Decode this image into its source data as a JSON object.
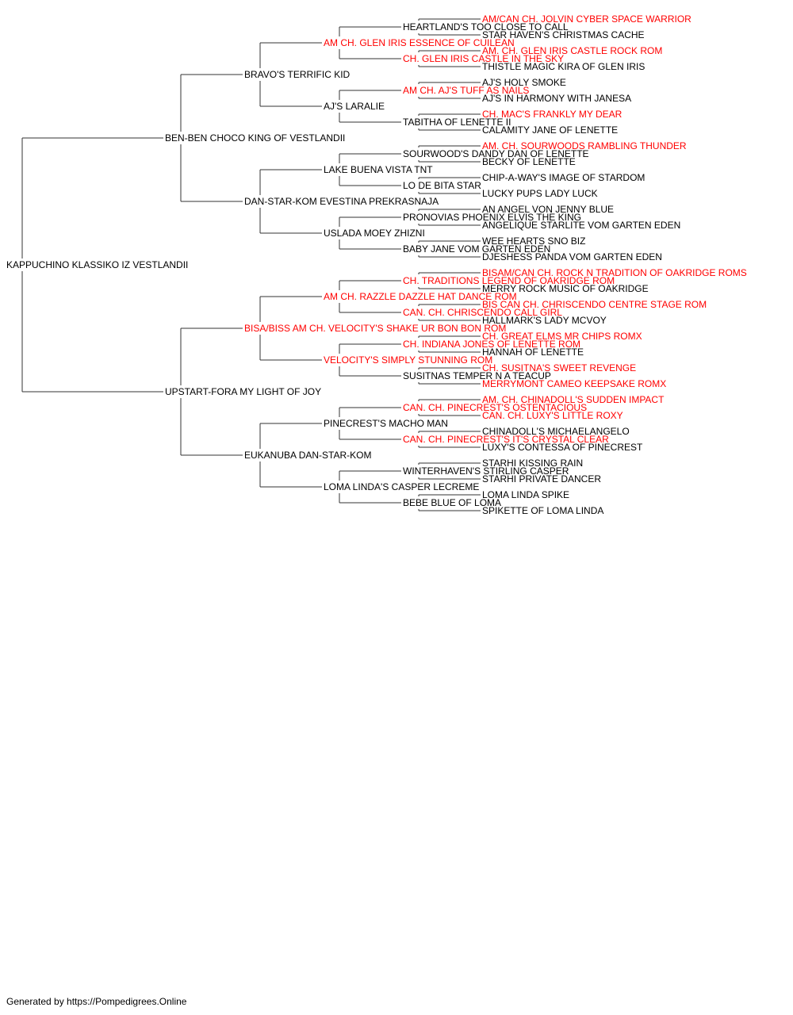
{
  "colors": {
    "normal": "#000000",
    "champion": "#ff0000",
    "line": "#333333",
    "background": "#ffffff"
  },
  "footer": "Generated by https://Pompedigrees.Online",
  "pedigree": {
    "name": "KAPPUCHINO KLASSIKO IZ VESTLANDII",
    "champion": false,
    "sire": {
      "name": "BEN-BEN CHOCO KING OF VESTLANDII",
      "champion": false,
      "sire": {
        "name": "BRAVO'S TERRIFIC KID",
        "champion": false,
        "sire": {
          "name": "AM CH. GLEN IRIS ESSENCE OF CUILEAN",
          "champion": true,
          "sire": {
            "name": "HEARTLAND'S TOO CLOSE TO CALL",
            "champion": false,
            "sire": {
              "name": "AM/CAN CH. JOLVIN CYBER SPACE WARRIOR",
              "champion": true
            },
            "dam": {
              "name": "STAR HAVEN'S CHRISTMAS CACHE",
              "champion": false
            }
          },
          "dam": {
            "name": "CH. GLEN IRIS CASTLE IN THE SKY",
            "champion": true,
            "sire": {
              "name": "AM. CH. GLEN IRIS CASTLE ROCK ROM",
              "champion": true
            },
            "dam": {
              "name": "THISTLE MAGIC KIRA OF GLEN IRIS",
              "champion": false
            }
          }
        },
        "dam": {
          "name": "AJ'S LARALIE",
          "champion": false,
          "sire": {
            "name": "AM CH. AJ'S TUFF AS NAILS",
            "champion": true,
            "sire": {
              "name": "AJ'S HOLY SMOKE",
              "champion": false
            },
            "dam": {
              "name": "AJ'S IN HARMONY WITH JANESA",
              "champion": false
            }
          },
          "dam": {
            "name": "TABITHA OF LENETTE II",
            "champion": false,
            "sire": {
              "name": "CH. MAC'S FRANKLY MY DEAR",
              "champion": true
            },
            "dam": {
              "name": "CALAMITY JANE OF LENETTE",
              "champion": false
            }
          }
        }
      },
      "dam": {
        "name": "DAN-STAR-KOM EVESTINA PREKRASNAJA",
        "champion": false,
        "sire": {
          "name": "LAKE BUENA VISTA TNT",
          "champion": false,
          "sire": {
            "name": "SOURWOOD'S DANDY DAN OF LENETTE",
            "champion": false,
            "sire": {
              "name": "AM. CH. SOURWOODS RAMBLING THUNDER",
              "champion": true
            },
            "dam": {
              "name": "BECKY OF LENETTE",
              "champion": false
            }
          },
          "dam": {
            "name": "LO DE BITA STAR",
            "champion": false,
            "sire": {
              "name": "CHIP-A-WAY'S IMAGE OF STARDOM",
              "champion": false
            },
            "dam": {
              "name": "LUCKY PUPS LADY LUCK",
              "champion": false
            }
          }
        },
        "dam": {
          "name": "USLADA MOEY ZHIZNI",
          "champion": false,
          "sire": {
            "name": "PRONOVIAS PHOENIX ELVIS THE KING",
            "champion": false,
            "sire": {
              "name": "AN ANGEL VON JENNY BLUE",
              "champion": false
            },
            "dam": {
              "name": "ANGELIQUE STARLITE VOM GARTEN EDEN",
              "champion": false
            }
          },
          "dam": {
            "name": "BABY JANE VOM GARTEN EDEN",
            "champion": false,
            "sire": {
              "name": "WEE HEARTS SNO BIZ",
              "champion": false
            },
            "dam": {
              "name": "DJESHESS PANDA VOM GARTEN EDEN",
              "champion": false
            }
          }
        }
      }
    },
    "dam": {
      "name": "UPSTART-FORA MY LIGHT OF JOY",
      "champion": false,
      "sire": {
        "name": "BISA/BISS AM CH. VELOCITY'S SHAKE UR BON BON ROM",
        "champion": true,
        "sire": {
          "name": "AM CH. RAZZLE DAZZLE HAT DANCE ROM",
          "champion": true,
          "sire": {
            "name": "CH. TRADITIONS LEGEND OF OAKRIDGE ROM",
            "champion": true,
            "sire": {
              "name": "BISAM/CAN CH. ROCK N TRADITION OF OAKRIDGE ROMS",
              "champion": true
            },
            "dam": {
              "name": "MERRY ROCK MUSIC OF OAKRIDGE",
              "champion": false
            }
          },
          "dam": {
            "name": "CAN. CH. CHRISCENDO CALL GIRL",
            "champion": true,
            "sire": {
              "name": "BIS CAN CH. CHRISCENDO CENTRE STAGE ROM",
              "champion": true
            },
            "dam": {
              "name": "HALLMARK'S LADY MCVOY",
              "champion": false
            }
          }
        },
        "dam": {
          "name": "VELOCITY'S SIMPLY STUNNING ROM",
          "champion": true,
          "sire": {
            "name": "CH. INDIANA JONES OF LENETTE ROM",
            "champion": true,
            "sire": {
              "name": "CH. GREAT ELMS MR CHIPS ROMX",
              "champion": true
            },
            "dam": {
              "name": "HANNAH OF LENETTE",
              "champion": false
            }
          },
          "dam": {
            "name": "SUSITNAS TEMPER N A TEACUP",
            "champion": false,
            "sire": {
              "name": "CH. SUSITNA'S SWEET REVENGE",
              "champion": true
            },
            "dam": {
              "name": "MERRYMONT CAMEO KEEPSAKE ROMX",
              "champion": true
            }
          }
        }
      },
      "dam": {
        "name": "EUKANUBA DAN-STAR-KOM",
        "champion": false,
        "sire": {
          "name": "PINECREST'S MACHO MAN",
          "champion": false,
          "sire": {
            "name": "CAN. CH. PINECREST'S OSTENTACIOUS",
            "champion": true,
            "sire": {
              "name": "AM. CH. CHINADOLL'S SUDDEN IMPACT",
              "champion": true
            },
            "dam": {
              "name": "CAN. CH. LUXY'S LITTLE ROXY",
              "champion": true
            }
          },
          "dam": {
            "name": "CAN. CH. PINECREST'S IT'S CRYSTAL CLEAR",
            "champion": true,
            "sire": {
              "name": "CHINADOLL'S MICHAELANGELO",
              "champion": false
            },
            "dam": {
              "name": "LUXY'S CONTESSA OF PINECREST",
              "champion": false
            }
          }
        },
        "dam": {
          "name": "LOMA LINDA'S CASPER LECREME",
          "champion": false,
          "sire": {
            "name": "WINTERHAVEN'S STIRLING CASPER",
            "champion": false,
            "sire": {
              "name": "STARHI KISSING RAIN",
              "champion": false
            },
            "dam": {
              "name": "STARHI PRIVATE DANCER",
              "champion": false
            }
          },
          "dam": {
            "name": "BEBE BLUE OF LOMA",
            "champion": false,
            "sire": {
              "name": "LOMA LINDA SPIKE",
              "champion": false
            },
            "dam": {
              "name": "SPIKETTE OF LOMA LINDA",
              "champion": false
            }
          }
        }
      }
    }
  }
}
